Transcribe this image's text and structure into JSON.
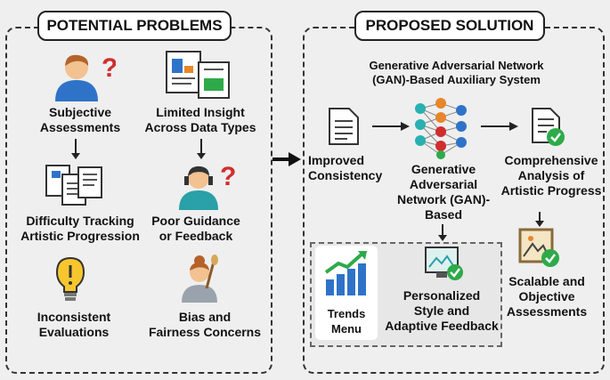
{
  "left": {
    "header": "POTENTIAL PROBLEMS",
    "items": [
      {
        "label1": "Subjective",
        "label2": "Assessments",
        "icon": "person-question-icon"
      },
      {
        "label1": "Limited Insight",
        "label2": "Across Data Types",
        "icon": "documents-charts-icon"
      },
      {
        "label1": "Difficulty Tracking",
        "label2": "Artistic Progression",
        "icon": "stacked-documents-icon"
      },
      {
        "label1": "Poor Guidance",
        "label2": "or Feedback",
        "icon": "person-headset-question-icon"
      },
      {
        "label1": "Inconsistent",
        "label2": "Evaluations",
        "icon": "lightbulb-icon"
      },
      {
        "label1": "Bias and",
        "label2": "Fairness Concerns",
        "icon": "person-brush-icon"
      }
    ]
  },
  "right": {
    "header": "PROPOSED SOLUTION",
    "title1": "Generative Adversarial Network",
    "title2": "(GAN)-Based Auxiliary System",
    "improved1": "Improved",
    "improved2": "Consistency",
    "gan1": "Generative",
    "gan2": "Adversarial",
    "gan3": "Network (GAN)-",
    "gan4": "Based",
    "comp1": "Comprehensive",
    "comp2": "Analysis of",
    "comp3": "Artistic Progress",
    "scal1": "Scalable and",
    "scal2": "Objective",
    "scal3": "Assessments",
    "trends1": "Trends",
    "trends2": "Menu",
    "pers1": "Personalized",
    "pers2": "Style and",
    "pers3": "Adaptive Feedback"
  },
  "colors": {
    "accent_green": "#2eaa4a",
    "blue": "#2f73c9",
    "orange": "#e8862a",
    "red": "#d22d2d",
    "teal": "#2ab0b0"
  }
}
